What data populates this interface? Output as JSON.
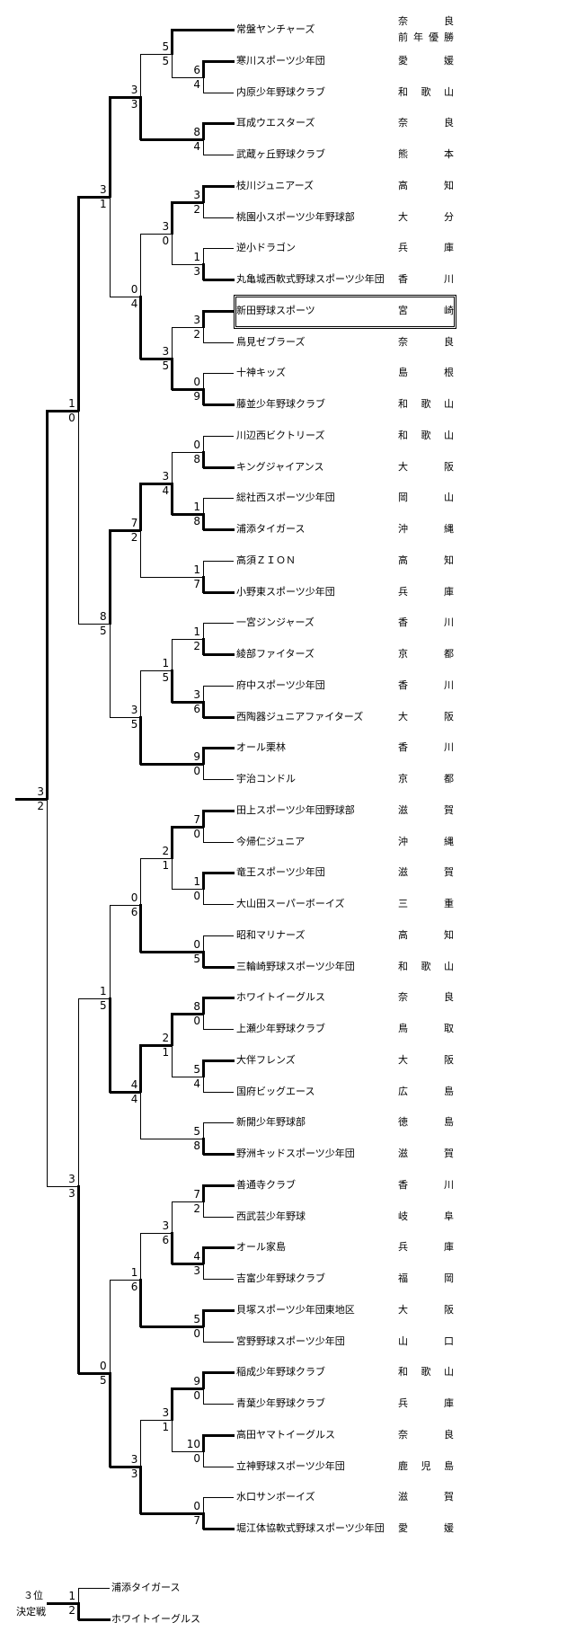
{
  "teams": [
    {
      "name": "常盤ヤンチャーズ",
      "pref": "奈良",
      "note": "前年優勝"
    },
    {
      "name": "寒川スポーツ少年団",
      "pref": "愛媛"
    },
    {
      "name": "内原少年野球クラブ",
      "pref": "和歌山"
    },
    {
      "name": "耳成ウエスターズ",
      "pref": "奈良"
    },
    {
      "name": "武蔵ヶ丘野球クラブ",
      "pref": "熊本"
    },
    {
      "name": "枝川ジュニアーズ",
      "pref": "高知"
    },
    {
      "name": "桃園小スポーツ少年野球部",
      "pref": "大分"
    },
    {
      "name": "逆小ドラゴン",
      "pref": "兵庫"
    },
    {
      "name": "丸亀城西軟式野球スポーツ少年団",
      "pref": "香川"
    },
    {
      "name": "新田野球スポーツ",
      "pref": "宮崎",
      "highlight": true
    },
    {
      "name": "鳥見ゼブラーズ",
      "pref": "奈良"
    },
    {
      "name": "十神キッズ",
      "pref": "島根"
    },
    {
      "name": "藤並少年野球クラブ",
      "pref": "和歌山"
    },
    {
      "name": "川辺西ビクトリーズ",
      "pref": "和歌山"
    },
    {
      "name": "キングジャイアンス",
      "pref": "大阪"
    },
    {
      "name": "総社西スポーツ少年団",
      "pref": "岡山"
    },
    {
      "name": "浦添タイガース",
      "pref": "沖縄"
    },
    {
      "name": "高須ＺＩＯＮ",
      "pref": "高知"
    },
    {
      "name": "小野東スポーツ少年団",
      "pref": "兵庫"
    },
    {
      "name": "一宮ジンジャーズ",
      "pref": "香川"
    },
    {
      "name": "綾部ファイターズ",
      "pref": "京都"
    },
    {
      "name": "府中スポーツ少年団",
      "pref": "香川"
    },
    {
      "name": "西陶器ジュニアファイターズ",
      "pref": "大阪"
    },
    {
      "name": "オール栗林",
      "pref": "香川"
    },
    {
      "name": "宇治コンドル",
      "pref": "京都"
    },
    {
      "name": "田上スポーツ少年団野球部",
      "pref": "滋賀"
    },
    {
      "name": "今帰仁ジュニア",
      "pref": "沖縄"
    },
    {
      "name": "竜王スポーツ少年団",
      "pref": "滋賀"
    },
    {
      "name": "大山田スーパーボーイズ",
      "pref": "三重"
    },
    {
      "name": "昭和マリナーズ",
      "pref": "高知"
    },
    {
      "name": "三輪崎野球スポーツ少年団",
      "pref": "和歌山"
    },
    {
      "name": "ホワイトイーグルス",
      "pref": "奈良"
    },
    {
      "name": "上瀬少年野球クラブ",
      "pref": "鳥取"
    },
    {
      "name": "大伴フレンズ",
      "pref": "大阪"
    },
    {
      "name": "国府ビッグエース",
      "pref": "広島"
    },
    {
      "name": "新開少年野球部",
      "pref": "徳島"
    },
    {
      "name": "野洲キッドスポーツ少年団",
      "pref": "滋賀"
    },
    {
      "name": "善通寺クラブ",
      "pref": "香川"
    },
    {
      "name": "西武芸少年野球",
      "pref": "岐阜"
    },
    {
      "name": "オール家島",
      "pref": "兵庫"
    },
    {
      "name": "吉富少年野球クラブ",
      "pref": "福岡"
    },
    {
      "name": "貝塚スポーツ少年団東地区",
      "pref": "大阪"
    },
    {
      "name": "宮野野球スポーツ少年団",
      "pref": "山口"
    },
    {
      "name": "稲成少年野球クラブ",
      "pref": "和歌山"
    },
    {
      "name": "青葉少年野球クラブ",
      "pref": "兵庫"
    },
    {
      "name": "高田ヤマトイーグルス",
      "pref": "奈良"
    },
    {
      "name": "立神野球スポーツ少年団",
      "pref": "鹿児島"
    },
    {
      "name": "水口サンボーイズ",
      "pref": "滋賀"
    },
    {
      "name": "堀江体協軟式野球スポーツ少年団",
      "pref": "愛媛"
    }
  ],
  "bracket": {
    "s": [
      3,
      2
    ],
    "w": 0,
    "c": [
      {
        "s": [
          1,
          0
        ],
        "w": 0,
        "c": [
          {
            "s": [
              3,
              1
            ],
            "w": 0,
            "c": [
              {
                "s": [
                  3,
                  3
                ],
                "w": 1,
                "c": [
                  {
                    "s": [
                      5,
                      5
                    ],
                    "w": 0,
                    "c": [
                      0,
                      {
                        "s": [
                          6,
                          4
                        ],
                        "w": 0,
                        "c": [
                          1,
                          2
                        ]
                      }
                    ]
                  },
                  {
                    "s": [
                      8,
                      4
                    ],
                    "w": 0,
                    "c": [
                      3,
                      4
                    ]
                  }
                ]
              },
              {
                "s": [
                  0,
                  4
                ],
                "w": 1,
                "c": [
                  {
                    "s": [
                      3,
                      0
                    ],
                    "w": 0,
                    "c": [
                      {
                        "s": [
                          3,
                          2
                        ],
                        "w": 0,
                        "c": [
                          5,
                          6
                        ]
                      },
                      {
                        "s": [
                          1,
                          3
                        ],
                        "w": 1,
                        "c": [
                          7,
                          8
                        ]
                      }
                    ]
                  },
                  {
                    "s": [
                      3,
                      5
                    ],
                    "w": 1,
                    "c": [
                      {
                        "s": [
                          3,
                          2
                        ],
                        "w": 0,
                        "c": [
                          9,
                          10
                        ]
                      },
                      {
                        "s": [
                          0,
                          9
                        ],
                        "w": 1,
                        "c": [
                          11,
                          12
                        ]
                      }
                    ]
                  }
                ]
              }
            ]
          },
          {
            "s": [
              8,
              5
            ],
            "w": 0,
            "c": [
              {
                "s": [
                  7,
                  2
                ],
                "w": 0,
                "c": [
                  {
                    "s": [
                      3,
                      4
                    ],
                    "w": 1,
                    "c": [
                      {
                        "s": [
                          0,
                          8
                        ],
                        "w": 1,
                        "c": [
                          13,
                          14
                        ]
                      },
                      {
                        "s": [
                          1,
                          8
                        ],
                        "w": 1,
                        "c": [
                          15,
                          16
                        ]
                      }
                    ]
                  },
                  {
                    "s": [
                      1,
                      7
                    ],
                    "w": 1,
                    "c": [
                      17,
                      18
                    ]
                  }
                ]
              },
              {
                "s": [
                  3,
                  5
                ],
                "w": 1,
                "c": [
                  {
                    "s": [
                      1,
                      5
                    ],
                    "w": 1,
                    "c": [
                      {
                        "s": [
                          1,
                          2
                        ],
                        "w": 1,
                        "c": [
                          19,
                          20
                        ]
                      },
                      {
                        "s": [
                          3,
                          6
                        ],
                        "w": 1,
                        "c": [
                          21,
                          22
                        ]
                      }
                    ]
                  },
                  {
                    "s": [
                      9,
                      0
                    ],
                    "w": 0,
                    "c": [
                      23,
                      24
                    ]
                  }
                ]
              }
            ]
          }
        ]
      },
      {
        "s": [
          3,
          3
        ],
        "w": 1,
        "c": [
          {
            "s": [
              1,
              5
            ],
            "w": 1,
            "c": [
              {
                "s": [
                  0,
                  6
                ],
                "w": 1,
                "c": [
                  {
                    "s": [
                      2,
                      1
                    ],
                    "w": 0,
                    "c": [
                      {
                        "s": [
                          7,
                          0
                        ],
                        "w": 0,
                        "c": [
                          25,
                          26
                        ]
                      },
                      {
                        "s": [
                          1,
                          0
                        ],
                        "w": 0,
                        "c": [
                          27,
                          28
                        ]
                      }
                    ]
                  },
                  {
                    "s": [
                      0,
                      5
                    ],
                    "w": 1,
                    "c": [
                      29,
                      30
                    ]
                  }
                ]
              },
              {
                "s": [
                  4,
                  4
                ],
                "w": 0,
                "c": [
                  {
                    "s": [
                      2,
                      1
                    ],
                    "w": 0,
                    "c": [
                      {
                        "s": [
                          8,
                          0
                        ],
                        "w": 0,
                        "c": [
                          31,
                          32
                        ]
                      },
                      {
                        "s": [
                          5,
                          4
                        ],
                        "w": 0,
                        "c": [
                          33,
                          34
                        ]
                      }
                    ]
                  },
                  {
                    "s": [
                      5,
                      8
                    ],
                    "w": 1,
                    "c": [
                      35,
                      36
                    ]
                  }
                ]
              }
            ]
          },
          {
            "s": [
              0,
              5
            ],
            "w": 1,
            "c": [
              {
                "s": [
                  1,
                  6
                ],
                "w": 1,
                "c": [
                  {
                    "s": [
                      3,
                      6
                    ],
                    "w": 1,
                    "c": [
                      {
                        "s": [
                          7,
                          2
                        ],
                        "w": 0,
                        "c": [
                          37,
                          38
                        ]
                      },
                      {
                        "s": [
                          4,
                          3
                        ],
                        "w": 0,
                        "c": [
                          39,
                          40
                        ]
                      }
                    ]
                  },
                  {
                    "s": [
                      5,
                      0
                    ],
                    "w": 0,
                    "c": [
                      41,
                      42
                    ]
                  }
                ]
              },
              {
                "s": [
                  3,
                  3
                ],
                "w": 1,
                "c": [
                  {
                    "s": [
                      3,
                      1
                    ],
                    "w": 0,
                    "c": [
                      {
                        "s": [
                          9,
                          0
                        ],
                        "w": 0,
                        "c": [
                          43,
                          44
                        ]
                      },
                      {
                        "s": [
                          10,
                          0
                        ],
                        "w": 0,
                        "c": [
                          45,
                          46
                        ]
                      }
                    ]
                  },
                  {
                    "s": [
                      0,
                      7
                    ],
                    "w": 1,
                    "c": [
                      47,
                      48
                    ]
                  }
                ]
              }
            ]
          }
        ]
      }
    ]
  },
  "third_place": {
    "label_line1": "３位",
    "label_line2": "決定戦",
    "teams": [
      "浦添タイガース",
      "ホワイトイーグルス"
    ],
    "s": [
      1,
      2
    ],
    "w": 1
  }
}
